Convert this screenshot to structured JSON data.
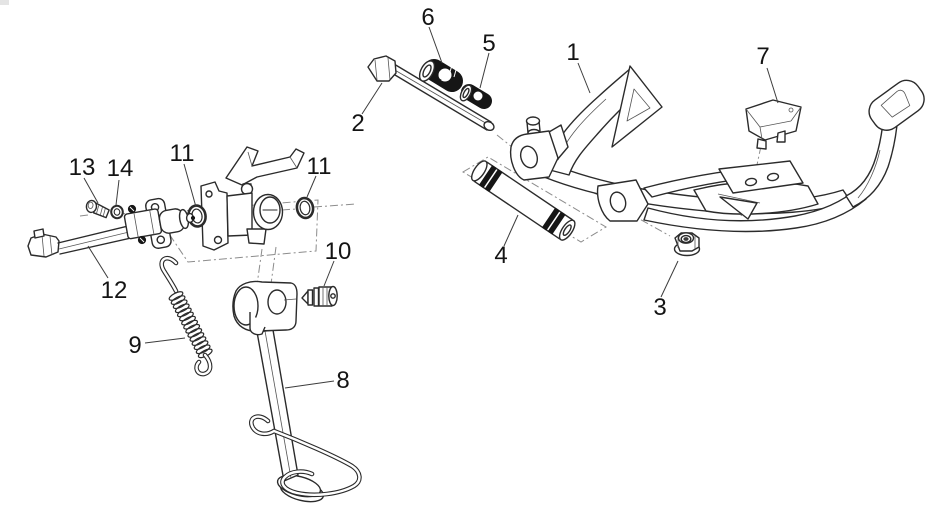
{
  "page": {
    "background": "#ffffff"
  },
  "diagram": {
    "type": "exploded-parts-diagram",
    "colors": {
      "line": "#2b2b2b",
      "part_fill": "#ffffff",
      "rubber_fill": "#161616",
      "construction_line": "#8c8c8c",
      "leader_line": "#3c3c3c",
      "label": "#141414",
      "background": "#ffffff"
    },
    "callouts": [
      {
        "label": "1"
      },
      {
        "label": "2"
      },
      {
        "label": "3"
      },
      {
        "label": "4"
      },
      {
        "label": "5"
      },
      {
        "label": "6"
      },
      {
        "label": "7"
      },
      {
        "label": "8"
      },
      {
        "label": "9"
      },
      {
        "label": "10"
      },
      {
        "label": "11"
      },
      {
        "label": "11"
      },
      {
        "label": "12"
      },
      {
        "label": "13"
      },
      {
        "label": "14"
      }
    ]
  }
}
